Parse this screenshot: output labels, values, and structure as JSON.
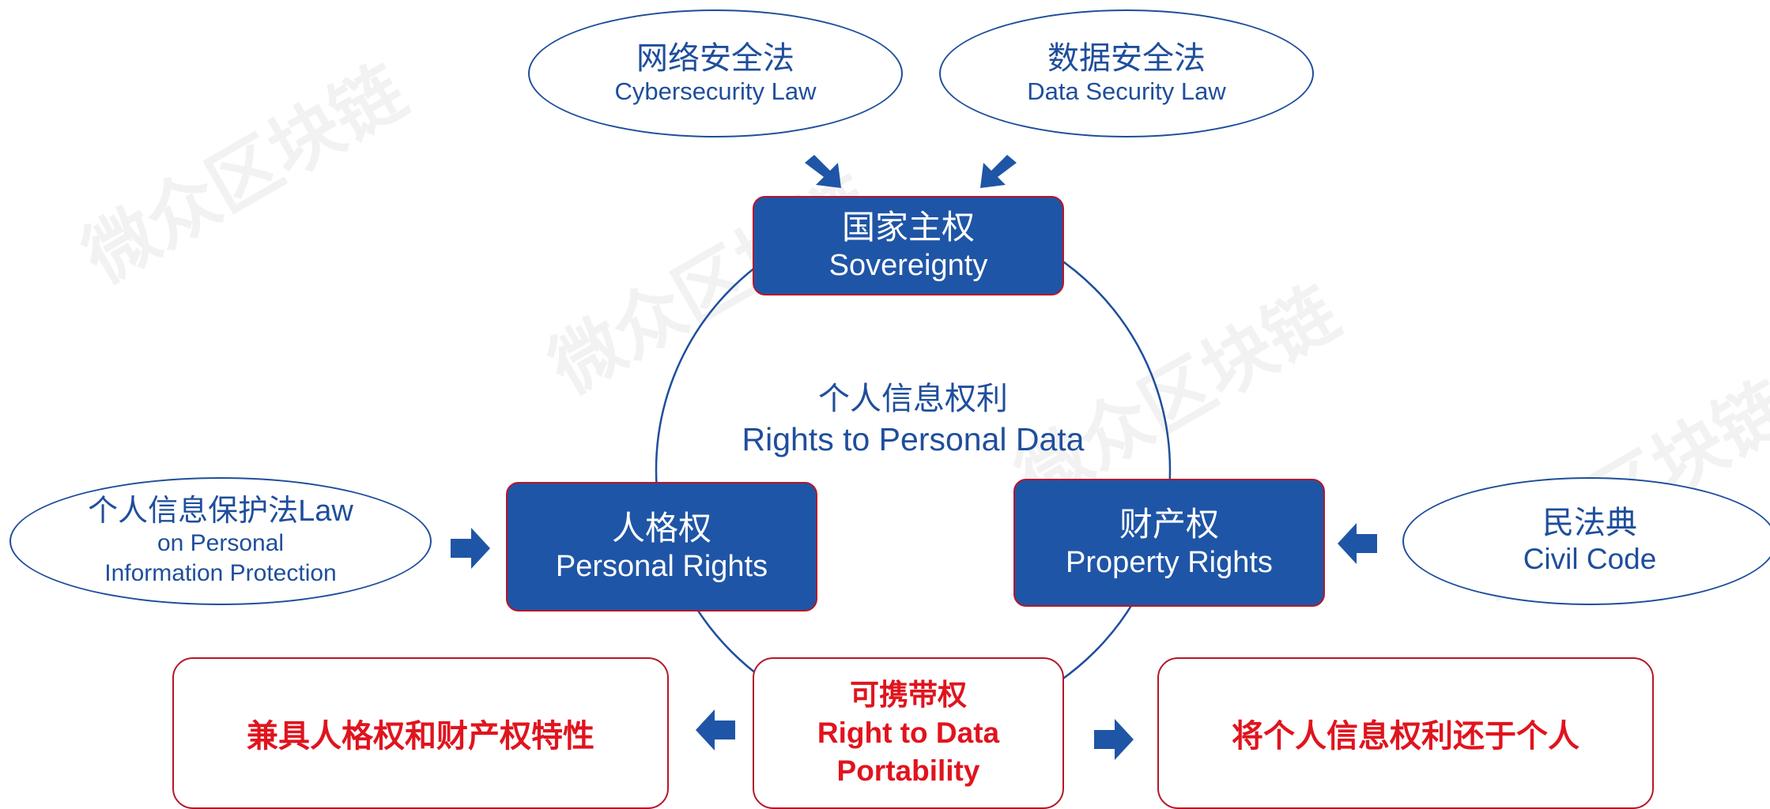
{
  "colors": {
    "blue": "#1f55a6",
    "outline_blue": "#1f4e9c",
    "red_border": "#b5172b",
    "red_text": "#e0141e"
  },
  "laws": {
    "cybersecurity": {
      "zh": "网络安全法",
      "en": "Cybersecurity Law"
    },
    "data_security": {
      "zh": "数据安全法",
      "en": "Data Security Law"
    },
    "pipl": {
      "line1": "个人信息保护法Law",
      "line2": "on Personal",
      "line3": "Information Protection"
    },
    "civil_code": {
      "zh": "民法典",
      "en": "Civil Code"
    }
  },
  "nodes": {
    "sovereignty": {
      "zh": "国家主权",
      "en": "Sovereignty"
    },
    "personal_rights": {
      "zh": "人格权",
      "en": "Personal Rights"
    },
    "property_rights": {
      "zh": "财产权",
      "en": "Property Rights"
    }
  },
  "center": {
    "zh": "个人信息权利",
    "en": "Rights to Personal Data"
  },
  "portability": {
    "zh": "可携带权",
    "en_line1": "Right to Data",
    "en_line2": "Portability"
  },
  "outcomes": {
    "left": "兼具人格权和财产权特性",
    "right": "将个人信息权利还于个人"
  },
  "watermark": "微众区块链"
}
